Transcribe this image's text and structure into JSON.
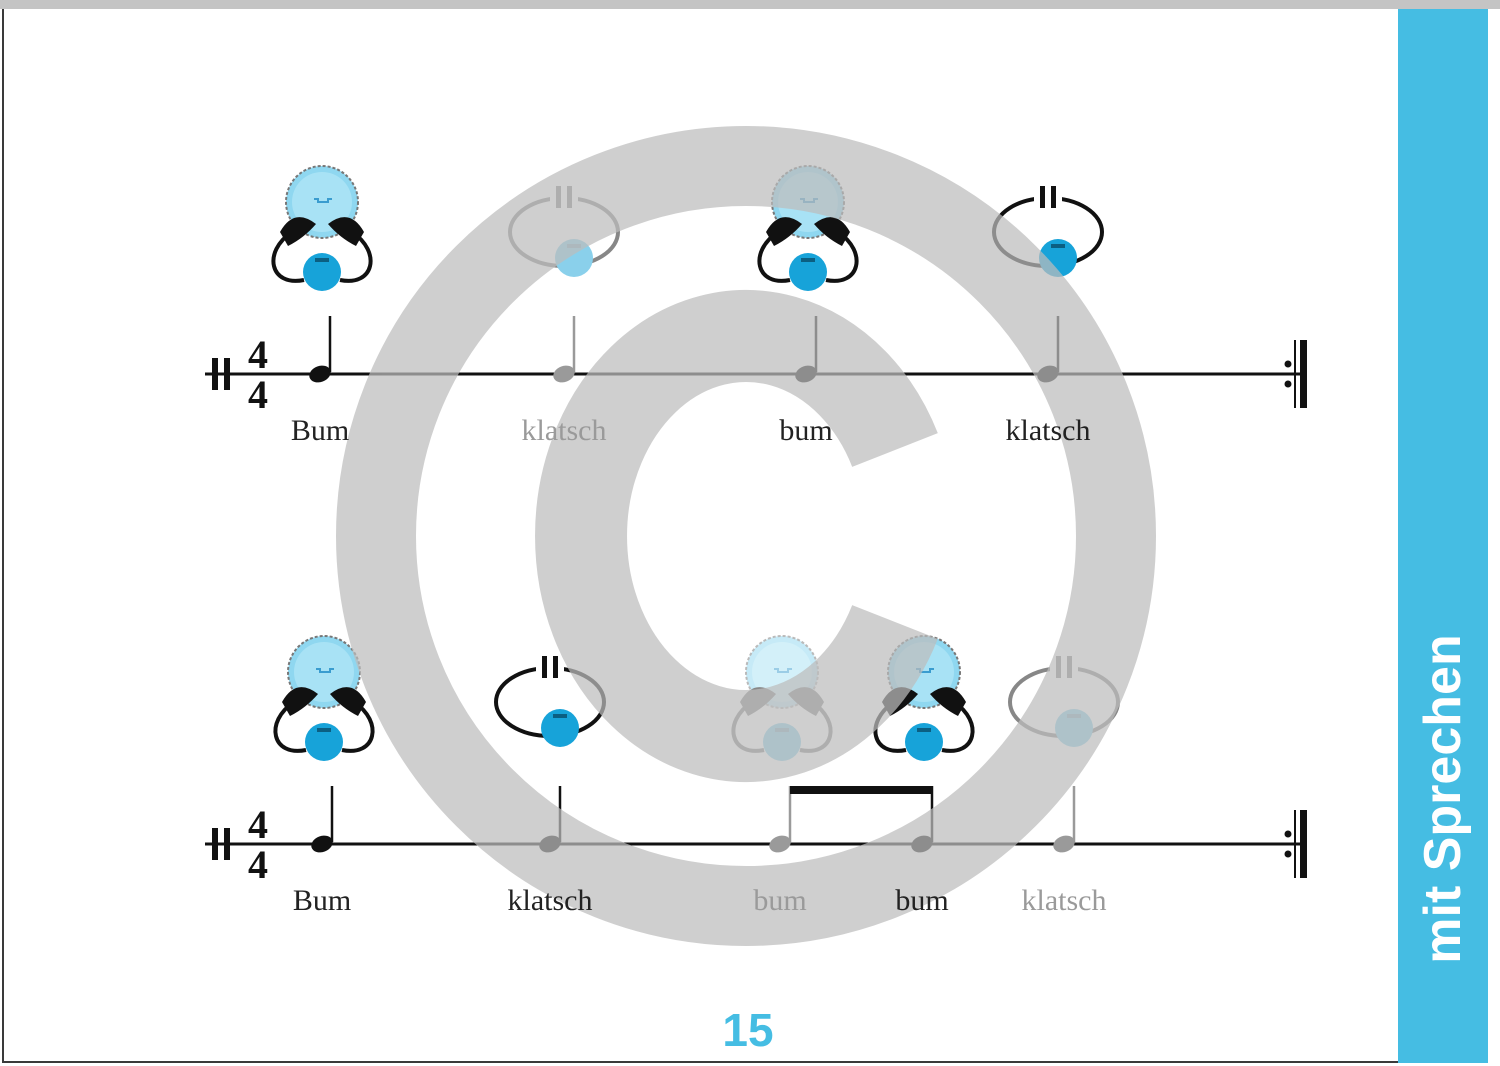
{
  "side_tab": {
    "label": "mit Sprechen",
    "color": "#45bde3"
  },
  "page_number": "15",
  "rows": [
    {
      "time_signature": {
        "top": "4",
        "bottom": "4"
      },
      "beats": [
        {
          "word": "Bum",
          "action": "drum-hands",
          "faded": false
        },
        {
          "word": "klatsch",
          "action": "clap-hands",
          "faded": true
        },
        {
          "word": "bum",
          "action": "drum-hands",
          "faded": false
        },
        {
          "word": "klatsch",
          "action": "clap-hands",
          "faded": false
        }
      ]
    },
    {
      "time_signature": {
        "top": "4",
        "bottom": "4"
      },
      "beats": [
        {
          "word": "Bum",
          "action": "drum-hands",
          "faded": false
        },
        {
          "word": "klatsch",
          "action": "clap-hands",
          "faded": false
        },
        {
          "word": "bum",
          "action": "drum-hands",
          "faded": true
        },
        {
          "word": "bum",
          "action": "drum-hands",
          "faded": false
        },
        {
          "word": "klatsch",
          "action": "clap-hands",
          "faded": true
        }
      ]
    }
  ],
  "watermark": {
    "symbol": "copyright-sign",
    "color": "#c8c8c8"
  }
}
